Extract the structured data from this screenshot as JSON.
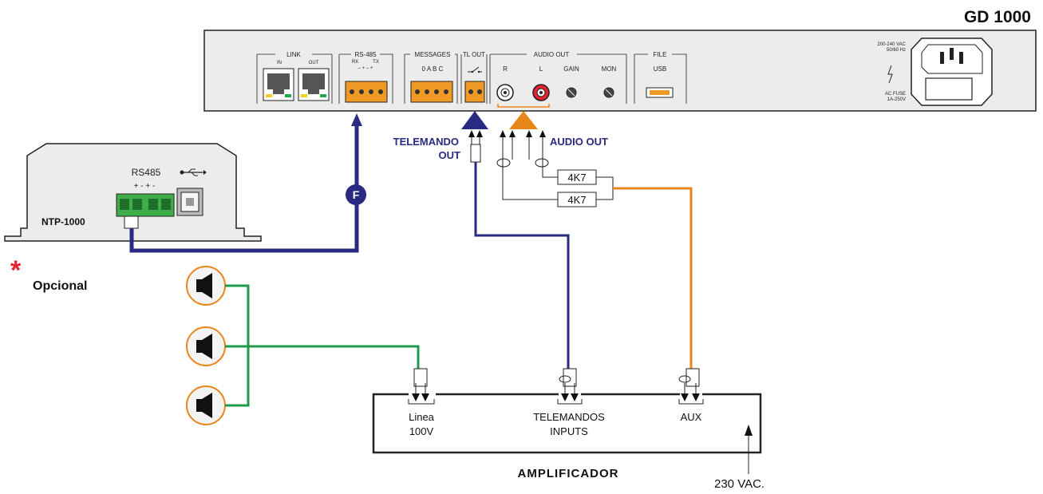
{
  "diagram": {
    "device_title": "GD 1000",
    "panel": {
      "link": "LINK",
      "link_in": "IN",
      "link_out": "OUT",
      "rs485": "RS-485",
      "rs485_rx": "RX",
      "rs485_tx": "TX",
      "rs485_polarity": "–  +   –  +",
      "messages": "MESSAGES",
      "messages_pins": "0  A  B  C",
      "tl_out": "TL OUT",
      "audio_out": "AUDIO OUT",
      "audio_r": "R",
      "audio_l": "L",
      "gain": "GAIN",
      "mon": "MON",
      "file": "FILE",
      "usb": "USB",
      "power_rating": "200-240 VAC",
      "power_freq": "50/60 Hz",
      "fuse_label": "AC FUSE",
      "fuse_rating": "1A-250V"
    },
    "ntp": {
      "name": "NTP-1000",
      "rs485": "RS485",
      "polarity": "+  -   +  -"
    },
    "optional_mark": "*",
    "optional_label": "Opcional",
    "fiber_badge": "F",
    "telemando_out": "TELEMANDO",
    "telemando_out2": "OUT",
    "audio_out_label": "AUDIO OUT",
    "resistor_1": "4K7",
    "resistor_2": "4K7",
    "amplifier": {
      "title": "AMPLIFICADOR",
      "linea": "Linea",
      "linea_v": "100V",
      "telemandos": "TELEMANDOS",
      "inputs": "INPUTS",
      "aux": "AUX",
      "mains": "230 VAC."
    },
    "colors": {
      "blue": "#2a2a82",
      "orange": "#e8861a",
      "green": "#1e9a4a",
      "red": "#e8222c"
    }
  }
}
